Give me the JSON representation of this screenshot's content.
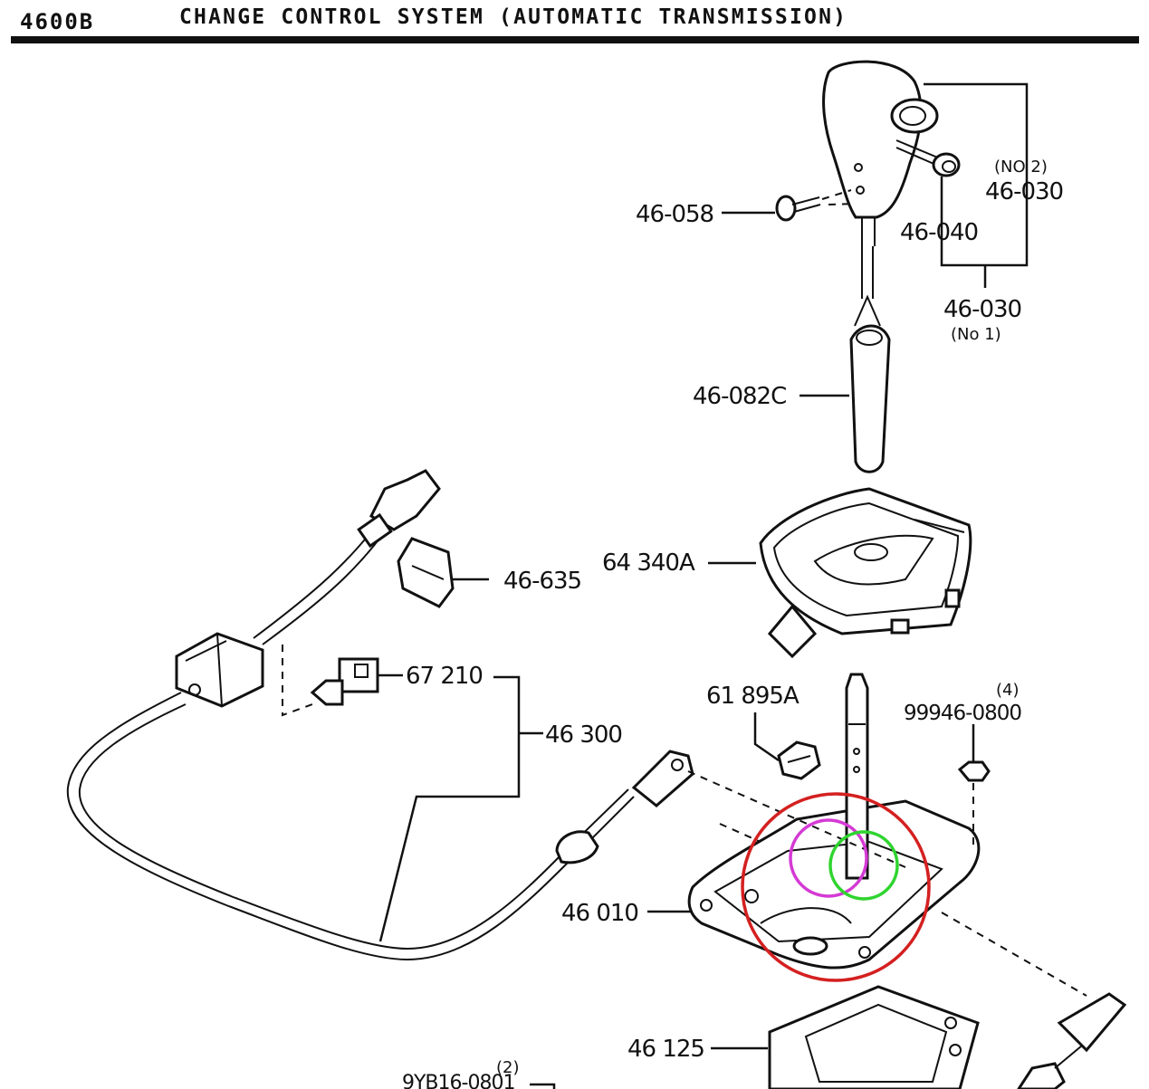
{
  "header": {
    "code": "4600B",
    "title": "CHANGE CONTROL SYSTEM (AUTOMATIC TRANSMISSION)"
  },
  "labels": {
    "no2": "(NO 2)",
    "p46_030_top": "46-030",
    "p46_058": "46-058",
    "p46_040": "46-040",
    "p46_030_bottom": "46-030",
    "no1": "(No 1)",
    "p46_082c": "46-082C",
    "p46_635": "46-635",
    "p64_340a": "64 340A",
    "p67_210": "67 210",
    "p46_300": "46 300",
    "p61_895a": "61 895A",
    "qty4": "(4)",
    "p9994": "99946-0800",
    "p46_010": "46 010",
    "p46_125": "46 125",
    "qty2": "(2)",
    "p9yb16": "9YB16-0801"
  },
  "annotations": {
    "red_circle_color": "#d42020",
    "magenta_circle_color": "#d43ad4",
    "green_circle_color": "#2fd42f"
  }
}
